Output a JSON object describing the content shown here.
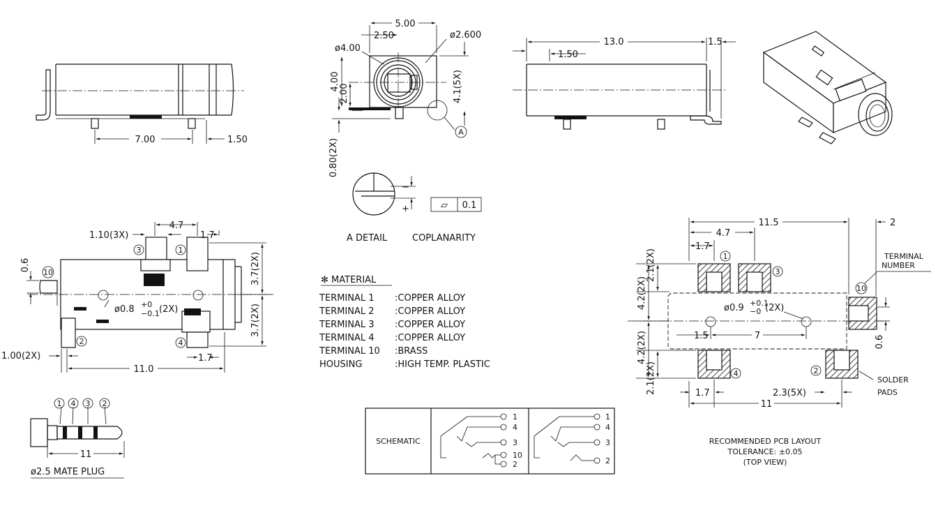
{
  "side_view_left": {
    "dim_7_00": "7.00",
    "dim_1_50": "1.50"
  },
  "front_view": {
    "dim_5_00": "5.00",
    "dim_2_50": "2.50",
    "dim_dia_2_600": "ø2.600",
    "dim_dia_4_00": "ø4.00",
    "dim_4_00": "4.00",
    "dim_2_00": "2.00",
    "dim_4_1_5x": "4.1(5X)",
    "dim_0_80_2x": "0.80(2X)",
    "detail_marker": "A"
  },
  "side_view_right": {
    "dim_13_0": "13.0",
    "dim_1_5": "1.5",
    "dim_1_50": "1.50"
  },
  "detail": {
    "minus": "−",
    "plus": "+",
    "a_detail_label": "A DETAIL",
    "coplanarity_label": "COPLANARITY",
    "coplanarity_symbol": "⏥",
    "coplanarity_value": "0.1"
  },
  "top_view": {
    "dim_4_7": "4.7",
    "dim_1_10_3x": "1.10(3X)",
    "dim_1_7_top": "1.7",
    "dim_0_6": "0.6",
    "dim_3_7_2x_top": "3.7(2X)",
    "dim_3_7_2x_bottom": "3.7(2X)",
    "dim_hole": "ø0.8",
    "hole_tol_plus": "+0",
    "hole_tol_minus": "−0.1",
    "hole_count": "(2X)",
    "dim_1_00_2x": "1.00(2X)",
    "dim_11_0": "11.0",
    "dim_1_7_bottom": "1.7",
    "term_1": "1",
    "term_2": "2",
    "term_3": "3",
    "term_4": "4",
    "term_10": "10"
  },
  "material": {
    "title": "✻ MATERIAL",
    "rows": [
      {
        "name": "TERMINAL 1",
        "value": ":COPPER ALLOY"
      },
      {
        "name": "TERMINAL 2",
        "value": ":COPPER ALLOY"
      },
      {
        "name": "TERMINAL 3",
        "value": ":COPPER ALLOY"
      },
      {
        "name": "TERMINAL 4",
        "value": ":COPPER ALLOY"
      },
      {
        "name": "TERMINAL 10",
        "value": ":BRASS"
      },
      {
        "name": "HOUSING",
        "value": ":HIGH TEMP. PLASTIC"
      }
    ]
  },
  "pcb_layout": {
    "dim_11_5": "11.5",
    "dim_2": "2",
    "dim_4_7": "4.7",
    "dim_1_7_top": "1.7",
    "dim_2_1_2x_top": "2.1(2X)",
    "dim_4_2_2x_top": "4.2(2X)",
    "dim_4_2_2x_bottom": "4.2(2X)",
    "dim_2_1_2x_bottom": "2.1(2X)",
    "hole_dim": "ø0.9",
    "hole_tol_plus": "+0.1",
    "hole_tol_minus": "−0",
    "hole_count": "(2X)",
    "dim_1_5": "1.5",
    "dim_7": "7",
    "dim_0_6": "0.6",
    "dim_1_7_bottom": "1.7",
    "dim_2_3_5x": "2.3(5X)",
    "dim_11": "11",
    "terminal_number_line1": "TERMINAL",
    "terminal_number_line2": "NUMBER",
    "solder_line1": "SOLDER",
    "solder_line2": "PADS",
    "caption_line1": "RECOMMENDED PCB LAYOUT",
    "caption_line2": "TOLERANCE: ±0.05",
    "caption_line3": "(TOP VIEW)",
    "pad_1": "1",
    "pad_2": "2",
    "pad_3": "3",
    "pad_4": "4",
    "pad_10": "10"
  },
  "mate_plug": {
    "label": "ø2.5 MATE PLUG",
    "dim_11": "11",
    "c1": "1",
    "c4": "4",
    "c3": "3",
    "c2": "2"
  },
  "schematic": {
    "label": "SCHEMATIC",
    "left_pins": [
      "1",
      "4",
      "3",
      "10",
      "2"
    ],
    "right_pins": [
      "1",
      "4",
      "3",
      "2"
    ]
  }
}
